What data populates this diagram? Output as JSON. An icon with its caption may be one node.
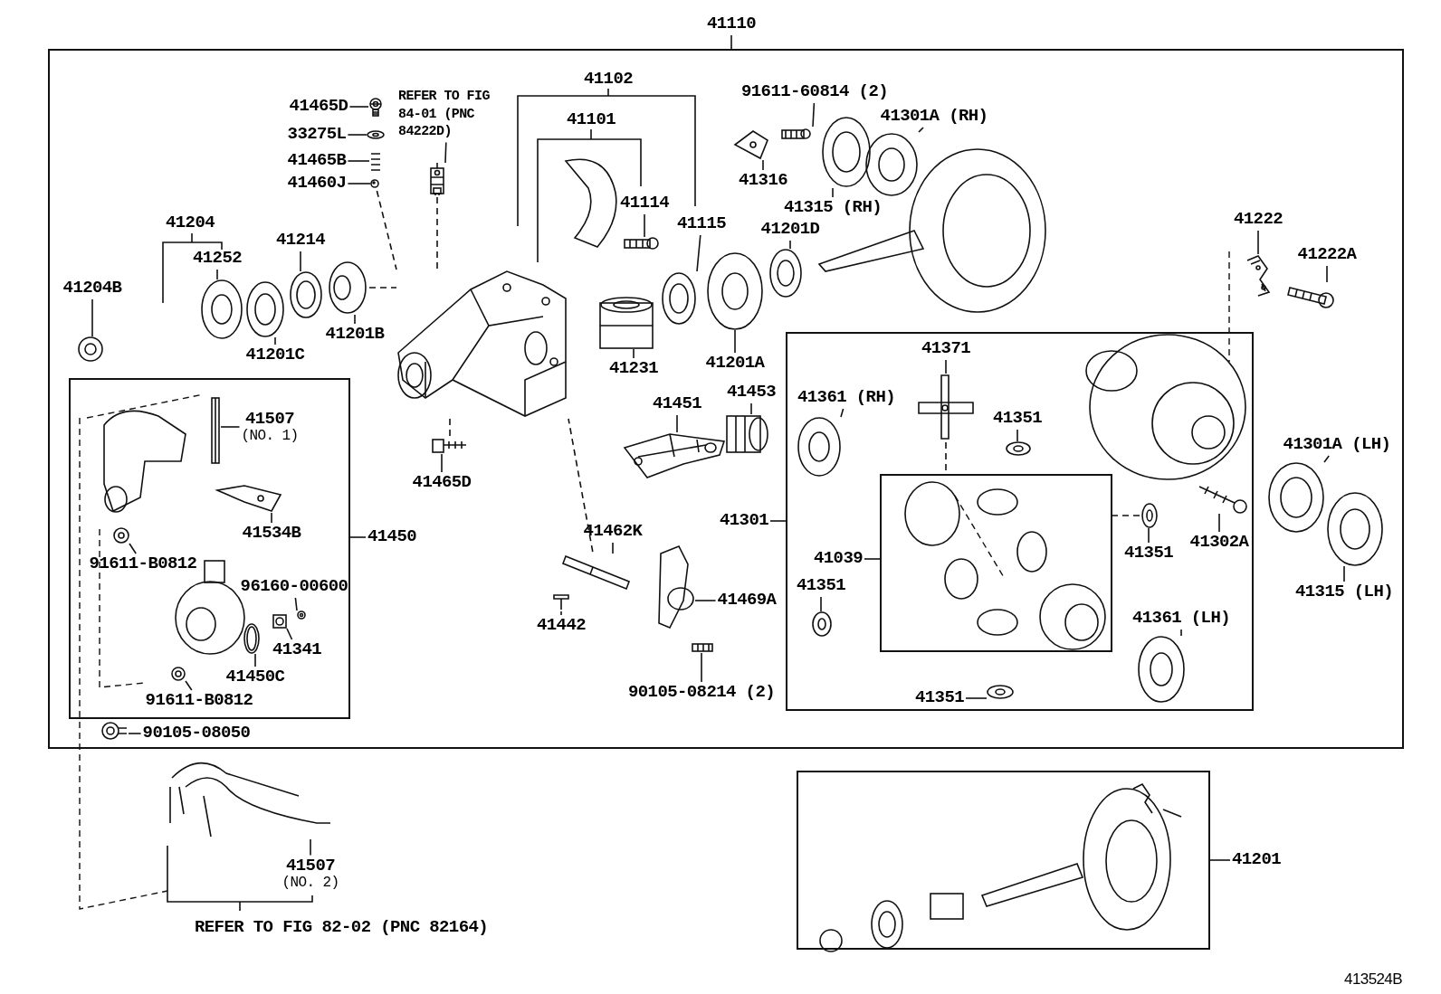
{
  "diagram": {
    "nodes": [
      {
        "text": [],
        "shape": "box"
      },
      {
        "text": [
          "41110"
        ]
      },
      {
        "text": [
          "41465D"
        ],
        "in": 0
      },
      {
        "text": [
          "33275L"
        ],
        "in": 0
      },
      {
        "text": [
          "41465B"
        ],
        "in": 0
      },
      {
        "text": [
          "41460J"
        ],
        "in": 0
      },
      {
        "text": [
          "REFER TO FIG 84-01 (PNC 84222D)"
        ],
        "in": 0
      },
      {
        "text": [
          "91611-60814 (2)"
        ],
        "in": 0
      },
      {
        "text": [
          "41301A (RH)"
        ],
        "in": 0
      },
      {
        "text": [
          "41316"
        ],
        "in": 0
      },
      {
        "text": [
          "41114"
        ],
        "in": 0
      },
      {
        "text": [
          "41315 (RH)"
        ],
        "in": 0
      },
      {
        "text": [
          "41115"
        ],
        "in": 0
      },
      {
        "text": [
          "41222"
        ],
        "in": 0
      },
      {
        "text": [
          "41201D"
        ],
        "in": 0
      },
      {
        "text": [
          "41214"
        ],
        "in": 0
      },
      {
        "text": [
          "41252"
        ],
        "in": 0
      },
      {
        "text": [
          "41222A"
        ],
        "in": 0
      },
      {
        "text": [
          "41204B"
        ],
        "in": 0
      },
      {
        "text": [
          "41201B"
        ],
        "in": 0
      },
      {
        "text": [
          "41201C"
        ],
        "in": 0
      },
      {
        "text": [
          "41201A"
        ],
        "in": 0
      },
      {
        "text": [
          "41231"
        ],
        "in": 0
      },
      {
        "text": [],
        "shape": "box",
        "in": 0
      },
      {
        "text": [
          "41371"
        ],
        "in": 23
      },
      {
        "text": [
          "41361 (RH)"
        ],
        "in": 23
      },
      {
        "text": [
          "41351"
        ],
        "in": 23
      },
      {
        "text": [
          "41453"
        ],
        "in": 0
      },
      {
        "text": [
          "41451"
        ],
        "in": 0
      },
      {
        "text": [],
        "shape": "box",
        "in": 0
      },
      {
        "text": [
          "41507",
          "(NO. 1)"
        ],
        "in": 29
      },
      {
        "text": [
          "41465D"
        ],
        "in": 0
      },
      {
        "text": [
          "41301A (LH)"
        ],
        "in": 0
      },
      {
        "text": [
          "41534B"
        ],
        "in": 29
      },
      {
        "text": [
          "41301"
        ],
        "in": 0
      },
      {
        "text": [],
        "shape": "box",
        "in": 23
      },
      {
        "text": [
          "41462K"
        ],
        "in": 0
      },
      {
        "text": [
          "41450"
        ],
        "in": 0
      },
      {
        "text": [
          "41302A"
        ],
        "in": 23
      },
      {
        "text": [
          "41351"
        ],
        "in": 23
      },
      {
        "text": [
          "41039"
        ],
        "in": 23
      },
      {
        "text": [
          "91611-B0812"
        ],
        "in": 29
      },
      {
        "text": [
          "41351"
        ],
        "in": 23
      },
      {
        "text": [
          "96160-00600"
        ],
        "in": 29
      },
      {
        "text": [
          "41315 (LH)"
        ],
        "in": 0
      },
      {
        "text": [
          "41469A"
        ],
        "in": 0
      },
      {
        "text": [
          "41442"
        ],
        "in": 0
      },
      {
        "text": [
          "41361 (LH)"
        ],
        "in": 23
      },
      {
        "text": [
          "41341"
        ],
        "in": 29
      },
      {
        "text": [
          "41450C"
        ],
        "in": 29
      },
      {
        "text": [
          "90105-08214 (2)"
        ],
        "in": 0
      },
      {
        "text": [
          "41351"
        ],
        "in": 23
      },
      {
        "text": [
          "91611-B0812"
        ],
        "in": 29
      },
      {
        "text": [
          "90105-08050"
        ],
        "in": 0
      },
      {
        "text": [
          "41507",
          "(NO. 2)"
        ]
      },
      {
        "text": [],
        "shape": "box"
      },
      {
        "text": [
          "41201"
        ]
      },
      {
        "text": [],
        "shape": "picture",
        "in": 0
      },
      {
        "text": [],
        "shape": "picture",
        "in": 0
      },
      {
        "text": [],
        "shape": "picture",
        "in": 0
      },
      {
        "text": [],
        "shape": "picture",
        "in": 0
      },
      {
        "text": [],
        "shape": "picture",
        "in": 0
      },
      {
        "text": [],
        "shape": "picture",
        "in": 0
      },
      {
        "text": [],
        "shape": "picture",
        "in": 0
      },
      {
        "text": [],
        "shape": "picture",
        "in": 0
      },
      {
        "text": [],
        "shape": "picture",
        "in": 0
      },
      {
        "text": [],
        "shape": "picture",
        "in": 0
      },
      {
        "text": [],
        "shape": "picture",
        "in": 0
      },
      {
        "text": [],
        "shape": "picture",
        "in": 0
      },
      {
        "text": [],
        "shape": "picture",
        "in": 0
      },
      {
        "text": [],
        "shape": "picture",
        "in": 0
      },
      {
        "text": [],
        "shape": "picture",
        "in": 0
      },
      {
        "text": [],
        "shape": "picture",
        "in": 0
      },
      {
        "text": [],
        "shape": "picture",
        "in": 0
      },
      {
        "text": [],
        "shape": "picture",
        "in": 0
      },
      {
        "text": [],
        "shape": "picture",
        "in": 0
      },
      {
        "text": [],
        "shape": "picture",
        "in": 0
      },
      {
        "text": [],
        "shape": "picture",
        "in": 0
      },
      {
        "text": [],
        "shape": "picture",
        "in": 0
      },
      {
        "text": [],
        "shape": "picture",
        "in": 23
      },
      {
        "text": [],
        "shape": "picture",
        "in": 23
      },
      {
        "text": [],
        "shape": "picture",
        "in": 23
      },
      {
        "text": [],
        "shape": "picture",
        "in": 0
      },
      {
        "text": [],
        "shape": "picture",
        "in": 0
      },
      {
        "text": [],
        "shape": "picture",
        "in": 29
      },
      {
        "text": [],
        "shape": "picture",
        "in": 0
      },
      {
        "text": [],
        "shape": "picture",
        "in": 0
      },
      {
        "text": [],
        "shape": "picture",
        "in": 29
      },
      {
        "text": [],
        "shape": "picture",
        "in": 0
      },
      {
        "text": [],
        "shape": "picture",
        "in": 23
      },
      {
        "text": [],
        "shape": "picture",
        "in": 23
      },
      {
        "text": [],
        "shape": "picture",
        "in": 29
      },
      {
        "text": [],
        "shape": "picture",
        "in": 0
      },
      {
        "text": [],
        "shape": "picture",
        "in": 0
      },
      {
        "text": [],
        "shape": "picture",
        "in": 0
      },
      {
        "text": [],
        "shape": "picture",
        "in": 23
      },
      {
        "text": [],
        "shape": "picture",
        "in": 29
      },
      {
        "text": [],
        "shape": "picture",
        "in": 29
      },
      {
        "text": [],
        "shape": "picture",
        "in": 29
      },
      {
        "text": [],
        "shape": "picture",
        "in": 23
      },
      {
        "text": [],
        "shape": "picture",
        "in": 0
      },
      {
        "text": [],
        "shape": "picture",
        "in": 23
      },
      {
        "text": [],
        "shape": "picture",
        "in": 29
      },
      {
        "text": [],
        "shape": "picture",
        "in": 0
      },
      {
        "text": [],
        "shape": "picture"
      }
    ],
    "edges": [
      {
        "from": 1,
        "to": 0,
        "arrow": "none"
      },
      {
        "from": 2,
        "to": 57,
        "arrow": "none"
      },
      {
        "from": 3,
        "to": 58,
        "arrow": "none"
      },
      {
        "from": 4,
        "to": 59,
        "arrow": "none"
      },
      {
        "from": 5,
        "to": 60,
        "arrow": "none"
      },
      {
        "from": 6,
        "to": 61,
        "arrow": "none"
      },
      {
        "from": 7,
        "to": 62,
        "arrow": "none"
      },
      {
        "from": 8,
        "to": 65,
        "arrow": "none"
      },
      {
        "from": 9,
        "to": 63,
        "arrow": "none"
      },
      {
        "from": 10,
        "to": 66,
        "arrow": "none"
      },
      {
        "from": 11,
        "to": 64,
        "arrow": "none"
      },
      {
        "from": 12,
        "to": 67,
        "arrow": "none"
      },
      {
        "from": 13,
        "to": 68,
        "arrow": "none"
      },
      {
        "from": 14,
        "to": 69,
        "arrow": "none"
      },
      {
        "from": 15,
        "to": 70,
        "arrow": "none"
      },
      {
        "from": 16,
        "to": 71,
        "arrow": "none"
      },
      {
        "from": 17,
        "to": 72,
        "arrow": "none"
      },
      {
        "from": 18,
        "to": 74,
        "arrow": "none"
      },
      {
        "from": 19,
        "to": 75,
        "arrow": "none"
      },
      {
        "from": 20,
        "to": 76,
        "arrow": "none"
      },
      {
        "from": 21,
        "to": 78,
        "arrow": "none"
      },
      {
        "from": 22,
        "to": 77,
        "arrow": "none"
      },
      {
        "from": 24,
        "to": 79,
        "arrow": "none"
      },
      {
        "from": 25,
        "to": 80,
        "arrow": "none"
      },
      {
        "from": 26,
        "to": 81,
        "arrow": "none"
      },
      {
        "from": 27,
        "to": 82,
        "arrow": "none"
      },
      {
        "from": 28,
        "to": 83,
        "arrow": "none"
      },
      {
        "from": 30,
        "to": 84,
        "arrow": "none"
      },
      {
        "from": 31,
        "to": 85,
        "arrow": "none"
      },
      {
        "from": 32,
        "to": 86,
        "arrow": "none"
      },
      {
        "from": 33,
        "to": 87,
        "arrow": "none"
      },
      {
        "from": 34,
        "to": 23,
        "arrow": "none"
      },
      {
        "from": 36,
        "to": 88,
        "arrow": "none"
      },
      {
        "from": 37,
        "to": 29,
        "arrow": "none"
      },
      {
        "from": 38,
        "to": 89,
        "arrow": "none"
      },
      {
        "from": 39,
        "to": 90,
        "arrow": "none"
      },
      {
        "from": 40,
        "to": 35,
        "arrow": "none"
      },
      {
        "from": 41,
        "to": 91,
        "arrow": "none"
      },
      {
        "from": 42,
        "to": 95,
        "arrow": "none"
      },
      {
        "from": 43,
        "to": 96,
        "arrow": "none"
      },
      {
        "from": 44,
        "to": 92,
        "arrow": "none"
      },
      {
        "from": 45,
        "to": 93,
        "arrow": "none"
      },
      {
        "from": 46,
        "to": 94,
        "arrow": "none"
      },
      {
        "from": 47,
        "to": 99,
        "arrow": "none"
      },
      {
        "from": 48,
        "to": 97,
        "arrow": "none"
      },
      {
        "from": 49,
        "to": 98,
        "arrow": "none"
      },
      {
        "from": 50,
        "to": 100,
        "arrow": "none"
      },
      {
        "from": 51,
        "to": 101,
        "arrow": "none"
      },
      {
        "from": 52,
        "to": 102,
        "arrow": "none"
      },
      {
        "from": 53,
        "to": 103,
        "arrow": "none"
      },
      {
        "from": 54,
        "to": 104,
        "arrow": "none"
      },
      {
        "from": 56,
        "to": 55,
        "arrow": "none"
      },
      {
        "from": 60,
        "to": 73,
        "arrow": "none",
        "style": "dashed"
      },
      {
        "from": 61,
        "to": 73,
        "arrow": "none",
        "style": "dashed"
      },
      {
        "from": 75,
        "to": 73,
        "arrow": "none",
        "style": "dashed"
      },
      {
        "from": 85,
        "to": 73,
        "arrow": "none",
        "style": "dashed"
      },
      {
        "from": 88,
        "to": 73,
        "arrow": "none",
        "style": "dashed"
      },
      {
        "from": 79,
        "to": 35,
        "arrow": "none",
        "style": "dashed"
      },
      {
        "from": 90,
        "to": 35,
        "arrow": "none",
        "style": "dashed"
      }
    ],
    "labels": [
      "41102",
      "41101",
      "41204",
      "REFER TO FIG 82-02 (PNC 82164)",
      "413524B"
    ]
  }
}
